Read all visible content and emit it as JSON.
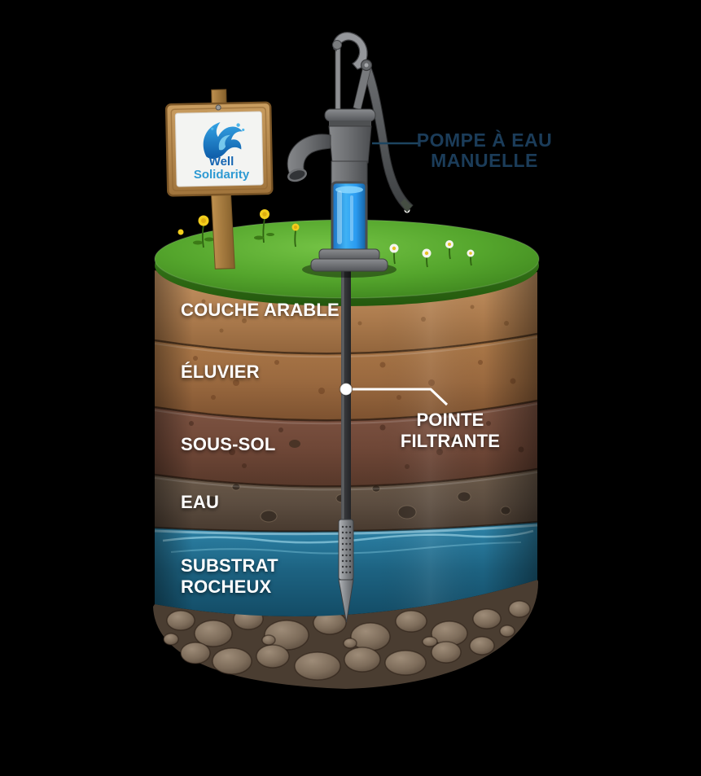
{
  "scene": {
    "background": "#000000",
    "description_colors": {
      "grass": "#4F9E2E",
      "water_glass": "#2BA4F0",
      "metal_pump": "#6E7073",
      "leader_line_white": "#FFFFFF",
      "leader_line_navy": "#1D4560"
    }
  },
  "pump_label": {
    "line1": "POMPE À EAU",
    "line2": "MANUELLE",
    "color": "#1B3C59"
  },
  "sign": {
    "line1": "Well",
    "line2": "Solidarity",
    "line1_color": "#1766B2",
    "line2_color": "#2E9AD3",
    "logo_icon": "ocean-wave",
    "board_color": "#B5854A",
    "panel_color": "#F3F4F2"
  },
  "callout": {
    "line1": "POINTE",
    "line2": "FILTRANTE",
    "color": "#FFFFFF"
  },
  "layers": [
    {
      "label": "COUCHE ARABLE",
      "color": "#B08256"
    },
    {
      "label": "ÉLUVIER",
      "color": "#9C6B44"
    },
    {
      "label": "SOUS-SOL",
      "color": "#714938"
    },
    {
      "label": "EAU",
      "color": "#5D4E41"
    },
    {
      "label_line1": "SUBSTRAT",
      "label_line2": "ROCHEUX",
      "color": "#1D6480"
    }
  ],
  "bedrock_color": "#6B5C4D"
}
